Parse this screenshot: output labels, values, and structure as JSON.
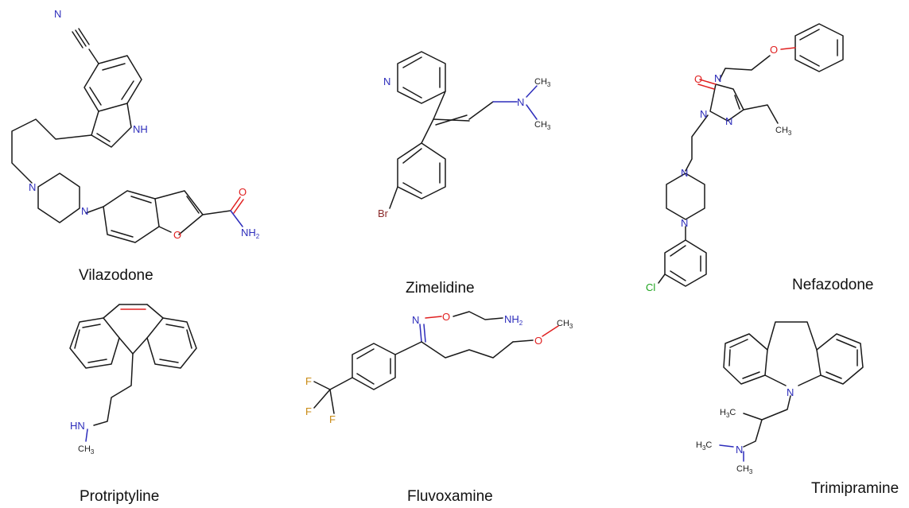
{
  "molecules": {
    "vilazodone": {
      "name": "Vilazodone",
      "atoms": {
        "n_nitrile": "N",
        "nh": "NH",
        "n_pip1": "N",
        "n_pip2": "N",
        "o_ring": "O",
        "o_carbonyl": "O",
        "nh2": "NH",
        "nh2_sub": "2"
      }
    },
    "zimelidine": {
      "name": "Zimelidine",
      "atoms": {
        "n_pyr": "N",
        "n_amine": "N",
        "ch3_top": "CH",
        "ch3_top_sub": "3",
        "ch3_bot": "CH",
        "ch3_bot_sub": "3",
        "br": "Br"
      }
    },
    "nefazodone": {
      "name": "Nefazodone",
      "atoms": {
        "o_carbonyl": "O",
        "n4": "N",
        "n1": "N",
        "n2": "N",
        "o_ether": "O",
        "ch3": "CH",
        "ch3_sub": "3",
        "n_pip1": "N",
        "n_pip2": "N",
        "cl": "Cl"
      }
    },
    "protriptyline": {
      "name": "Protriptyline",
      "atoms": {
        "hn": "HN",
        "ch3": "CH",
        "ch3_sub": "3"
      }
    },
    "fluvoxamine": {
      "name": "Fluvoxamine",
      "atoms": {
        "n_oxime": "N",
        "o_oxime": "O",
        "nh2": "NH",
        "nh2_sub": "2",
        "o_ether": "O",
        "ch3": "CH",
        "ch3_sub": "3",
        "f1": "F",
        "f2": "F",
        "f3": "F"
      }
    },
    "trimipramine": {
      "name": "Trimipramine",
      "atoms": {
        "n_ring": "N",
        "h3c_top": "H",
        "h3c_top_sub": "3",
        "h3c_top_c": "C",
        "h3c_mid": "H",
        "h3c_mid_sub": "3",
        "h3c_mid_c": "C",
        "n_amine": "N",
        "ch3": "CH",
        "ch3_sub": "3"
      }
    }
  }
}
